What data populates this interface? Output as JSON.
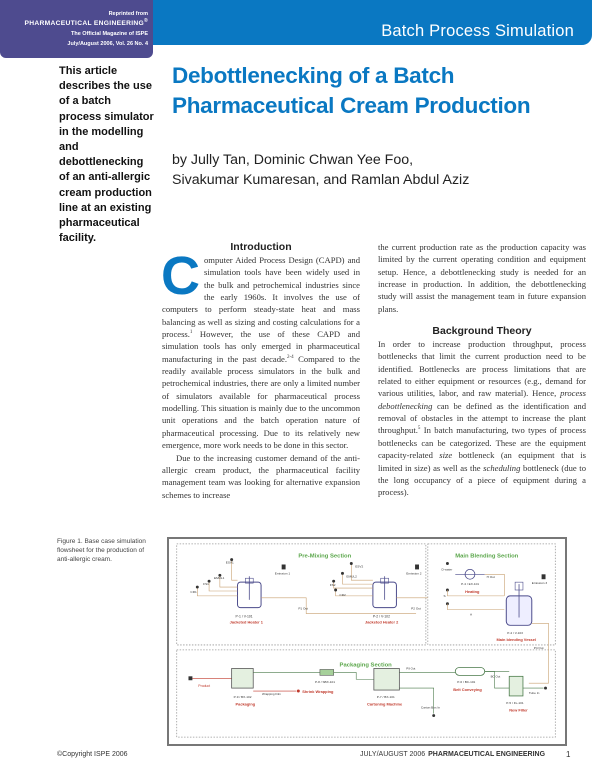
{
  "header": {
    "section_title": "Batch Process Simulation",
    "reprint": {
      "line1": "Reprinted from",
      "line2": "PHARMACEUTICAL ENGINEERING",
      "line2_mark": "®",
      "line3": "The Official Magazine of ISPE",
      "line4": "July/August 2006, Vol. 26 No. 4"
    },
    "colors": {
      "band": "#0a78c2",
      "reprint_box": "#4e4b8f",
      "title": "#0a78c2"
    }
  },
  "abstract": "This article describes the use of a batch process simulator in the modelling and debottlenecking of an anti-allergic cream production line at an existing pharmaceutical facility.",
  "article": {
    "title_line1": "Debottlenecking of a Batch",
    "title_line2": "Pharmaceutical Cream Production",
    "byline_line1": "by Jully Tan, Dominic Chwan Yee Foo,",
    "byline_line2": "Sivakumar Kumaresan, and Ramlan Abdul Aziz"
  },
  "introduction": {
    "heading": "Introduction",
    "dropcap": "C",
    "p1_a": "omputer Aided Process Design (CAPD) and simulation tools have been widely used in the bulk and petrochemical industries since the early 1960s. It involves the use of computers to perform steady-state heat and mass balancing as well as sizing and costing calculations for a process.",
    "p1_ref1": "1",
    "p1_b": " However, the use of these CAPD and simulation tools has only emerged in pharmaceutical manufacturing in the past decade.",
    "p1_ref2": "2-4",
    "p1_c": " Compared to the readily available process simulators in the bulk and petrochemical industries, there are only a limited number of simulators available for pharmaceutical process modelling. This situation is mainly due to the uncommon unit operations and the batch operation nature of pharmaceutical processing.  Due to its relatively new emergence, more work needs to be done in this sector.",
    "p2": "Due to the increasing customer demand of the anti-allergic cream product, the pharmaceutical facility management team was looking for alternative expansion schemes to increase",
    "p3": "the current production rate as the production capacity was limited by the current operating condition and equipment setup. Hence, a debottlenecking study is needed for an increase in production. In addition, the debottlenecking study will assist the management team in future expansion plans."
  },
  "background": {
    "heading": "Background Theory",
    "p1_a": "In order to increase production throughput, process bottlenecks that limit the current production need to be identified. Bottlenecks are process limitations that are related to either equipment or resources (e.g., demand for various utilities, labor, and raw material). Hence, ",
    "p1_em1": "process debottlenecking",
    "p1_b": " can be defined as the identification and removal of obstacles in the attempt to increase the plant throughput.",
    "p1_ref": "5",
    "p1_c": " In batch manufacturing, two types of process bottlenecks can be categorized. These are the equipment capacity-related ",
    "p1_em2": "size",
    "p1_d": " bottleneck (an equipment that is limited in size) as well as the ",
    "p1_em3": "scheduling",
    "p1_e": " bottleneck (due to the long occupancy of a piece of equipment during a process)."
  },
  "figure": {
    "caption": "Figure 1. Base case simulation flowsheet for the production of anti-allergic cream.",
    "sections": {
      "premixing": "Pre-Mixing Section",
      "main_blending": "Main Blending Section",
      "packaging": "Packaging Section"
    },
    "streams": {
      "cr1": "CR1",
      "fs1": "FS1",
      "emul1": "EMUL1",
      "esv1": "ESV1",
      "emission1": "Emission 1",
      "cr2": "CR2",
      "fs2": "FS2",
      "emul2": "EMUL2",
      "esv2": "ESV2",
      "emission2": "Emission 2",
      "p1_out": "P1 Out",
      "p2_out": "P2 Out",
      "d_water": "D water",
      "h_out": "H Out",
      "a_stream": "A",
      "emission3": "Emission 3",
      "p4_out": "P4 Out",
      "s_stream": "S",
      "product": "Product",
      "p9_out": "P9 Out",
      "carton_box": "Carton Box In",
      "bc_out": "BC Out",
      "tube_in": "Tube In",
      "wrapping": "Wrapping Film"
    },
    "units": {
      "heater1_tag": "P-1 / V-101",
      "heater1": "Jacketed Heater 1",
      "heater2_tag": "P-2 / V-102",
      "heater2": "Jacketed Heater 2",
      "heating_tag": "P-4 / EX-101",
      "heating": "Heating",
      "vessel_tag": "P-4 / V-103",
      "vessel": "Main blending Vessel",
      "packaging_tag": "P-9 / BX-102",
      "packaging": "Packaging",
      "shrink_tag": "P-8 / SBX-101",
      "shrink": "Shrink Wrapping",
      "cartoning_tag": "P-7 / BX-101",
      "cartoning": "Cartoning Machine",
      "belt_tag": "P-6 / BC-101",
      "belt": "Belt Conveying",
      "filler_tag": "P-5 / FL-101",
      "filler": "New Filler"
    }
  },
  "footer": {
    "copyright": "©Copyright ISPE 2006",
    "issue": "JULY/AUGUST 2006",
    "magazine": "PHARMACEUTICAL ENGINEERING",
    "page": "1"
  }
}
